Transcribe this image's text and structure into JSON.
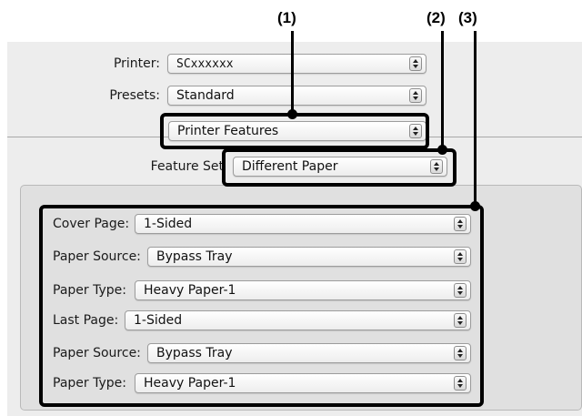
{
  "callouts": {
    "c1": "(1)",
    "c2": "(2)",
    "c3": "(3)"
  },
  "printer": {
    "label": "Printer:",
    "value": "SCxxxxxx"
  },
  "presets": {
    "label": "Presets:",
    "value": "Standard"
  },
  "panel": {
    "value": "Printer Features"
  },
  "feature_set": {
    "label": "Feature Set",
    "value": "Different Paper"
  },
  "rows": [
    {
      "label": "Cover Page:",
      "value": "1-Sided"
    },
    {
      "label": "Paper Source:",
      "value": "Bypass Tray"
    },
    {
      "label": "Paper Type:",
      "value": "Heavy Paper-1"
    },
    {
      "label": "Last Page:",
      "value": "1-Sided"
    },
    {
      "label": "Paper Source:",
      "value": "Bypass Tray"
    },
    {
      "label": "Paper Type:",
      "value": "Heavy Paper-1"
    }
  ],
  "colors": {
    "dialog_bg": "#ededed",
    "group_bg": "#e0e0e0",
    "callout": "#000000"
  },
  "icons": {
    "popup_arrows": "up-down-arrows-icon"
  }
}
